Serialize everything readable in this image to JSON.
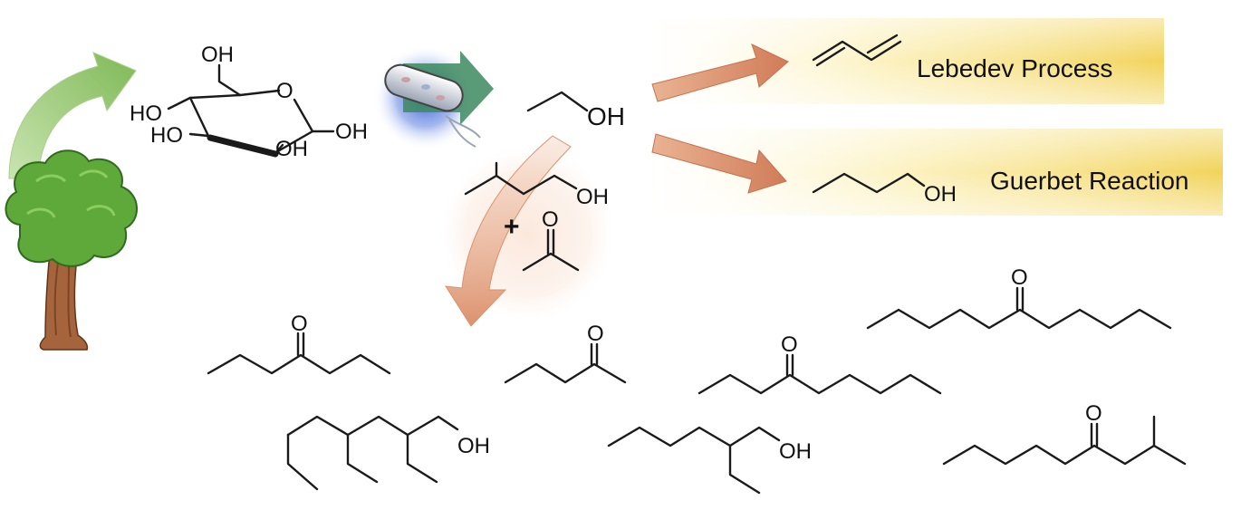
{
  "reactions": {
    "lebedev": "Lebedev Process",
    "guerbet": "Guerbet Reaction"
  },
  "atoms": {
    "oh": "OH",
    "o": "O"
  },
  "plus_sign": "+",
  "colors": {
    "green_arrow": "#8cc265",
    "orange_arrow": "#d98a66",
    "highlight_band": "#f5dd72",
    "tree_leaves": "#5fa83a",
    "tree_trunk": "#a5643c",
    "bacterium_glow": "#6f8fe0"
  },
  "icons": {
    "tree": "tree-icon",
    "bacterium": "bacterium-icon"
  }
}
